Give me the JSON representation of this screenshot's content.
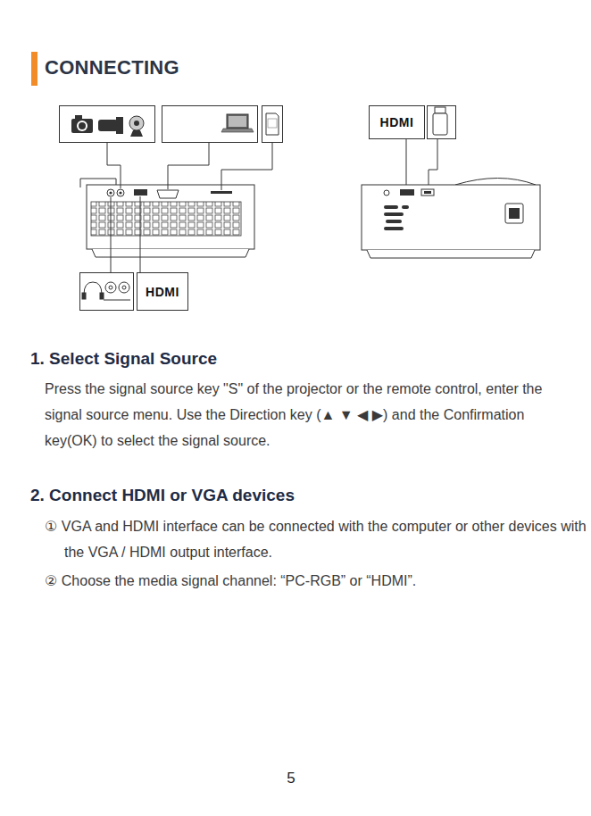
{
  "diagram": {
    "title": "CONNECTING",
    "nodes": [
      {
        "text": [
          "HDMI"
        ]
      },
      {
        "text": [
          "HDMI"
        ]
      }
    ],
    "labels": [
      "1. Select Signal Source",
      "Press the signal source key \"S\" of the projector or the remote control, enter the signal source menu. Use the Direction key  (▲ ▼ ◀ ▶) and the Confirmation key(OK) to select the signal source.",
      "2. Connect HDMI or VGA devices",
      "① VGA and HDMI interface can be connected with the computer or other devices with the VGA / HDMI output interface.",
      "② Choose the media signal channel: “PC-RGB” or “HDMI”.",
      "5"
    ]
  }
}
